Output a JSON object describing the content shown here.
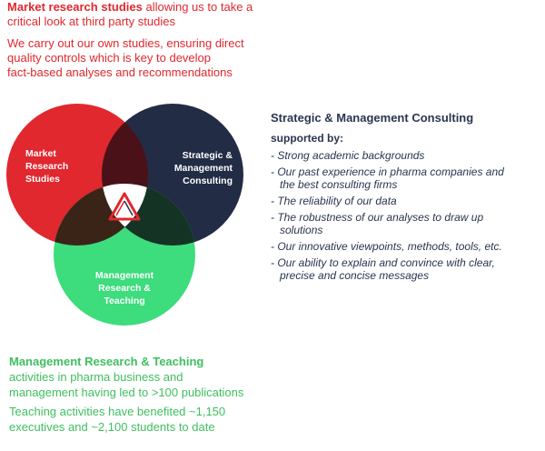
{
  "top": {
    "heading_bold": "Market research studies",
    "heading_rest": " allowing us to take a",
    "heading_line2": "critical look at third party studies",
    "para_lines": [
      "We carry out our own studies, ensuring direct",
      "quality controls which is key to develop",
      "fact-based analyses and recommendations"
    ]
  },
  "venn": {
    "circle_market": [
      "Market",
      "Research",
      "Studies"
    ],
    "circle_strategic": [
      "Strategic &",
      "Management",
      "Consulting"
    ],
    "circle_research": [
      "Management",
      "Research &",
      "Teaching"
    ],
    "colors": {
      "market": "#e0282e",
      "strategic": "#232c45",
      "research": "#3ddc7c",
      "market_strategic": "#4a1218",
      "market_research": "#3a2418",
      "strategic_research": "#143324",
      "center": "#ffffff",
      "logo": "#e0282e"
    }
  },
  "right": {
    "title": "Strategic & Management Consulting",
    "subtitle": "supported by:",
    "items": [
      [
        "- Strong academic backgrounds"
      ],
      [
        "- Our past experience in pharma companies and",
        "the best consulting firms"
      ],
      [
        "- The reliability of our data"
      ],
      [
        "- The robustness of our analyses to draw up",
        "solutions"
      ],
      [
        "- Our innovative viewpoints, methods, tools, etc."
      ],
      [
        "- Our ability to explain and convince with clear,",
        "precise and concise messages"
      ]
    ]
  },
  "bottom": {
    "title": "Management Research & Teaching",
    "lines1": [
      "activities in pharma business and",
      "management having led to >100 publications"
    ],
    "lines2": [
      "Teaching activities have benefited ~1,150",
      "executives and ~2,100 students to date"
    ]
  }
}
